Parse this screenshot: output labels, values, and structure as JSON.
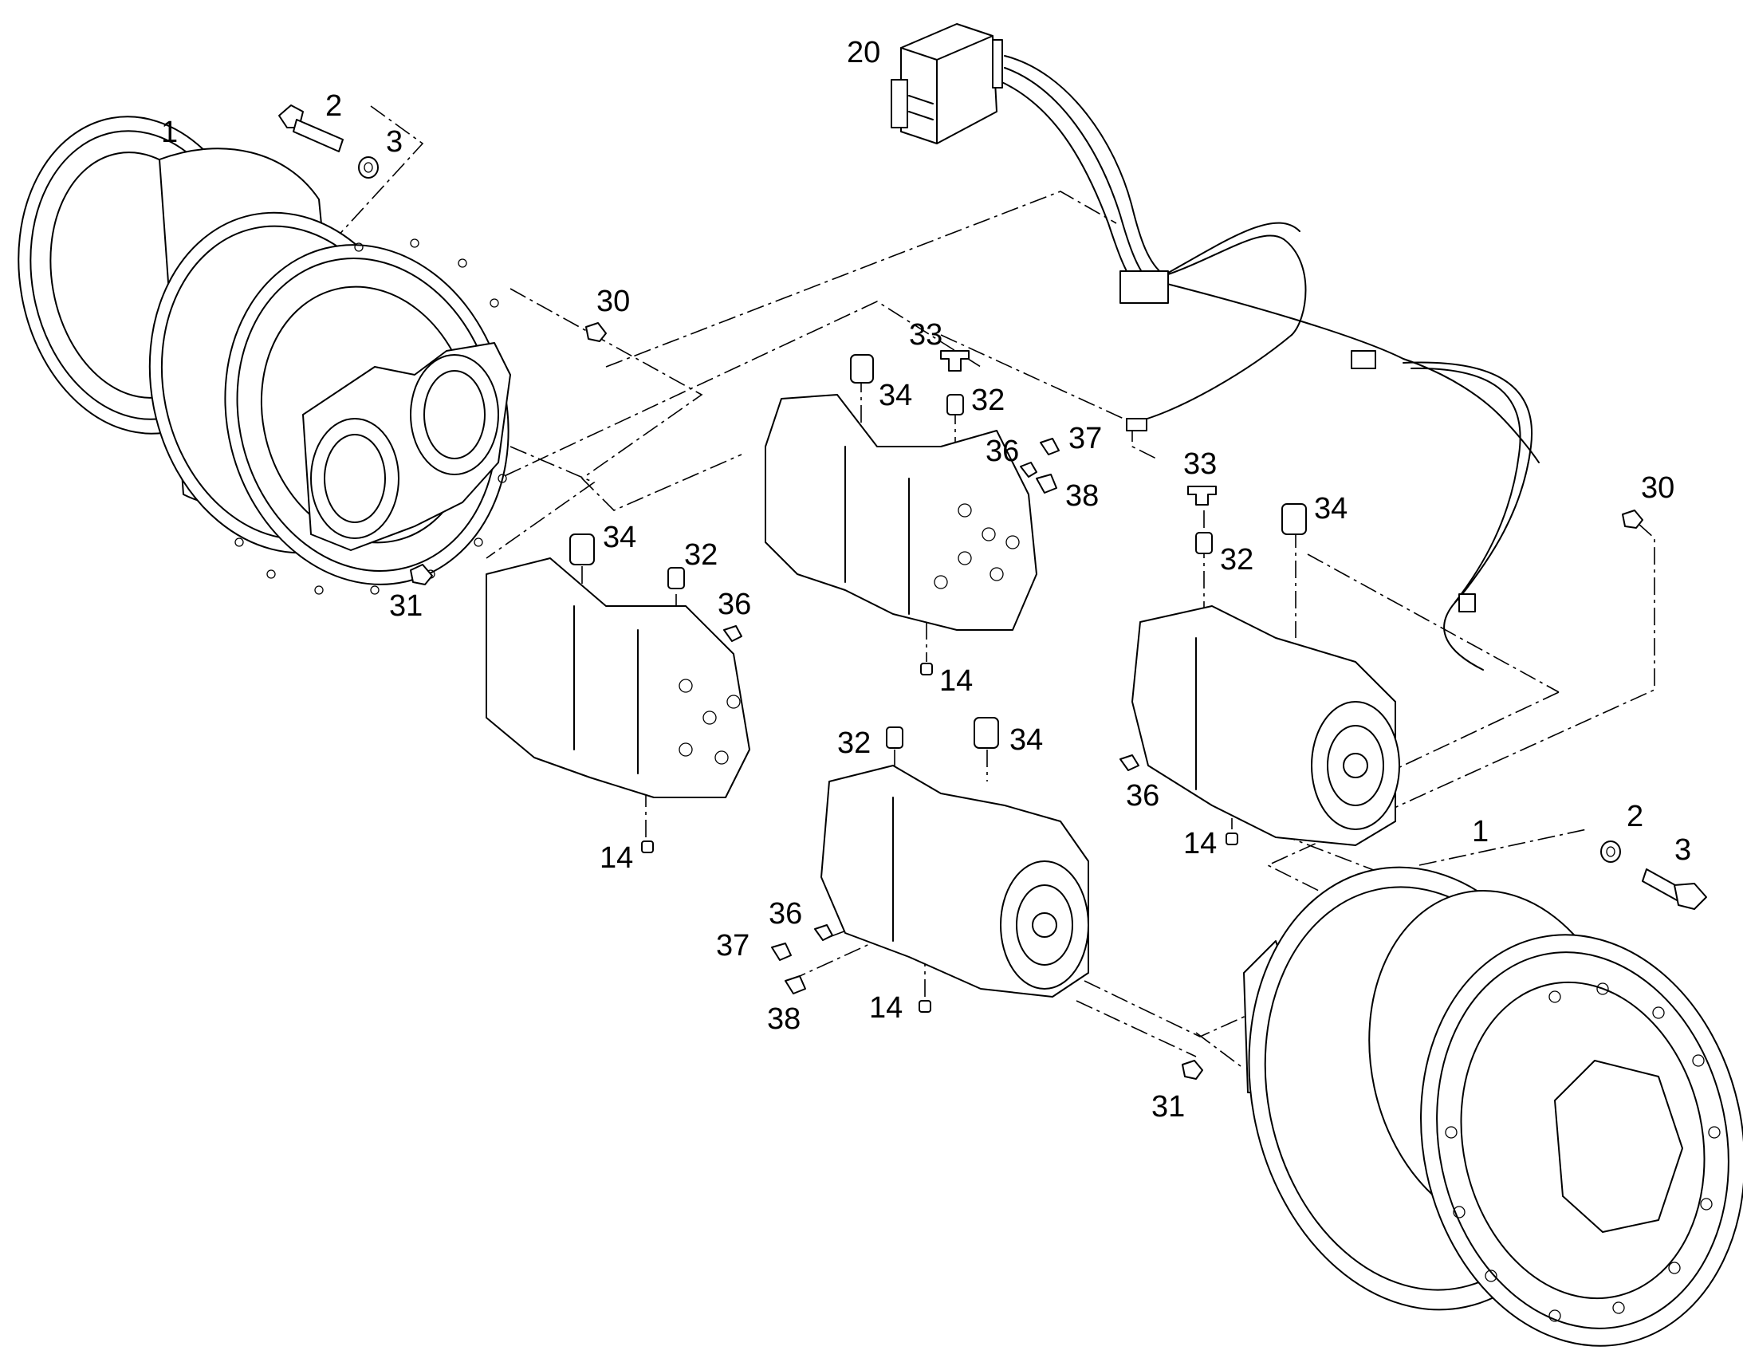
{
  "diagram": {
    "callouts": [
      {
        "id": "c20",
        "label": "20"
      },
      {
        "id": "c1a",
        "label": "1"
      },
      {
        "id": "c2a",
        "label": "2"
      },
      {
        "id": "c3a",
        "label": "3"
      },
      {
        "id": "c30a",
        "label": "30"
      },
      {
        "id": "c31a",
        "label": "31"
      },
      {
        "id": "c33a",
        "label": "33"
      },
      {
        "id": "c34a",
        "label": "34"
      },
      {
        "id": "c32a",
        "label": "32"
      },
      {
        "id": "c36a",
        "label": "36"
      },
      {
        "id": "c37a",
        "label": "37"
      },
      {
        "id": "c38a",
        "label": "38"
      },
      {
        "id": "c14a",
        "label": "14"
      },
      {
        "id": "c34b",
        "label": "34"
      },
      {
        "id": "c32b",
        "label": "32"
      },
      {
        "id": "c36b",
        "label": "36"
      },
      {
        "id": "c14b",
        "label": "14"
      },
      {
        "id": "c33b",
        "label": "33"
      },
      {
        "id": "c34c",
        "label": "34"
      },
      {
        "id": "c32c",
        "label": "32"
      },
      {
        "id": "c36c",
        "label": "36"
      },
      {
        "id": "c14c",
        "label": "14"
      },
      {
        "id": "c30b",
        "label": "30"
      },
      {
        "id": "c32d",
        "label": "32"
      },
      {
        "id": "c34d",
        "label": "34"
      },
      {
        "id": "c36d",
        "label": "36"
      },
      {
        "id": "c37b",
        "label": "37"
      },
      {
        "id": "c38b",
        "label": "38"
      },
      {
        "id": "c14d",
        "label": "14"
      },
      {
        "id": "c1b",
        "label": "1"
      },
      {
        "id": "c2b",
        "label": "2"
      },
      {
        "id": "c3b",
        "label": "3"
      },
      {
        "id": "c31b",
        "label": "31"
      }
    ]
  }
}
